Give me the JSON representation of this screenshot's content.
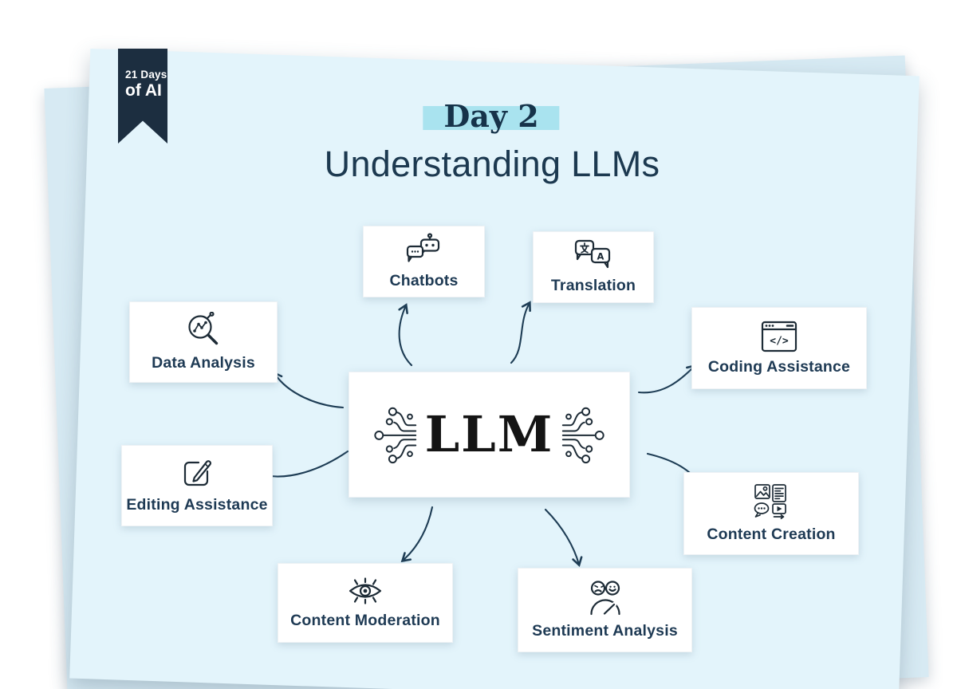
{
  "ribbon": {
    "line1": "21 Days",
    "line2": "of AI"
  },
  "header": {
    "day_badge": "Day 2",
    "title": "Understanding LLMs"
  },
  "center": {
    "label": "LLM"
  },
  "nodes": [
    {
      "id": "chatbots",
      "label": "Chatbots"
    },
    {
      "id": "translation",
      "label": "Translation"
    },
    {
      "id": "data-analysis",
      "label": "Data Analysis"
    },
    {
      "id": "coding-assistance",
      "label": "Coding Assistance"
    },
    {
      "id": "editing-assistance",
      "label": "Editing Assistance"
    },
    {
      "id": "content-creation",
      "label": "Content Creation"
    },
    {
      "id": "content-moderation",
      "label": "Content Moderation"
    },
    {
      "id": "sentiment-analysis",
      "label": "Sentiment Analysis"
    }
  ],
  "colors": {
    "page_front": "#e3f4fb",
    "page_back": "#d7eaf3",
    "ribbon_bg": "#1c2e40",
    "highlight": "#a9e3ef",
    "title_text": "#1c3950",
    "label_text": "#1e3a54",
    "arrow": "#1e3d55",
    "icon_ink": "#1d2b36"
  }
}
